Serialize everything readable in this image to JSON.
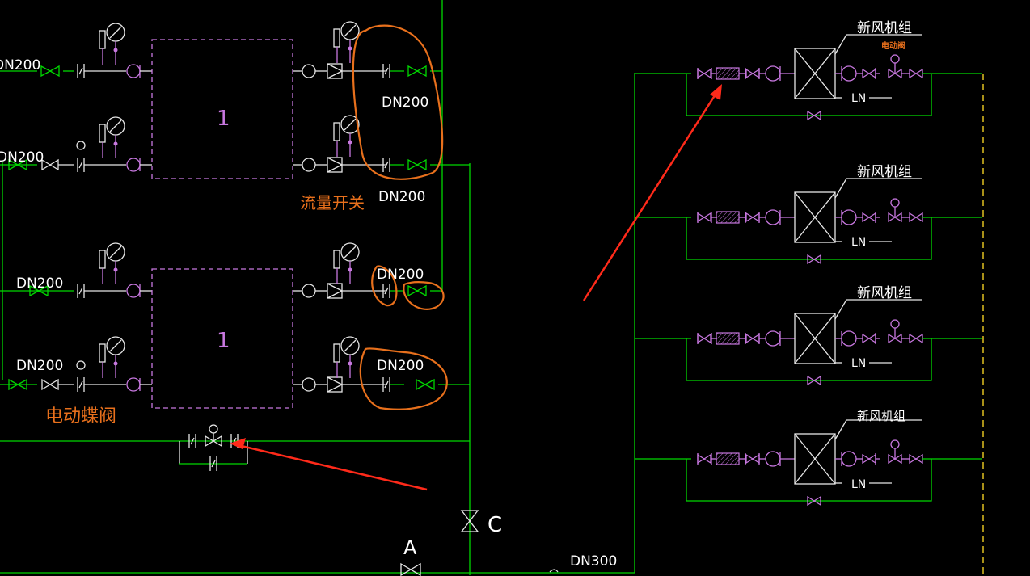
{
  "colors": {
    "background": "#000000",
    "pipe": "#00d800",
    "equipment": "#c878e0",
    "text": "#ffffff",
    "annotation": "#e8701c",
    "arrow": "#ff2a1a",
    "dashed_line": "#e0c020"
  },
  "left_labels": {
    "row1_dn": "DN200",
    "row2_dn": "DN200",
    "row3_dn": "DN200",
    "row4_dn": "DN200"
  },
  "equipment": {
    "unit_top": "1",
    "unit_bottom": "1"
  },
  "right_labels": {
    "row1_dn": "DN200",
    "row2_dn": "DN200",
    "row3_dn": "DN200",
    "row4_dn": "DN200"
  },
  "annotations": {
    "flow_switch": "流量开关",
    "electric_butterfly_valve": "电动蝶阀"
  },
  "valves": {
    "valve_c": "C",
    "valve_a": "A"
  },
  "main_pipe": {
    "size": "DN300"
  },
  "ahu_units": [
    {
      "name": "新风机组",
      "ln": "LN",
      "tag": "电动阀"
    },
    {
      "name": "新风机组",
      "ln": "LN"
    },
    {
      "name": "新风机组",
      "ln": "LN"
    },
    {
      "name": "新风机组",
      "ln": "LN"
    }
  ]
}
